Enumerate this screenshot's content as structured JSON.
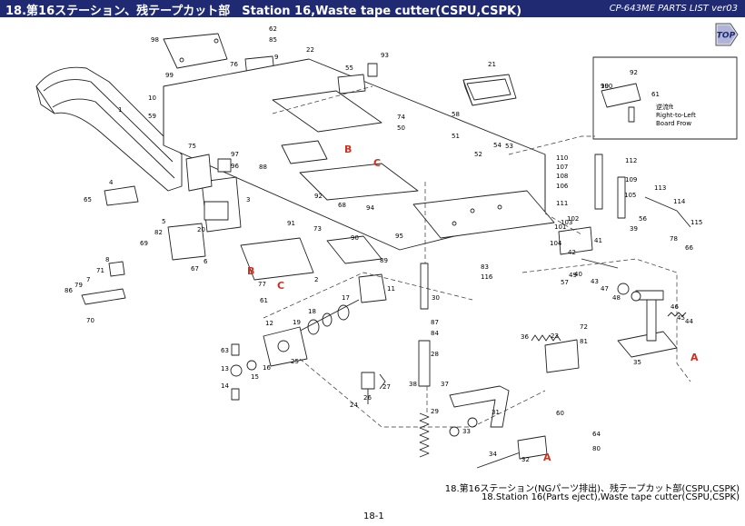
{
  "header": {
    "title": "18.第16ステーション、残テープカット部　Station 16,Waste tape cutter(CSPU,CSPK)",
    "manual_ref": "CP-643ME PARTS LIST ver03",
    "background_color": "#1f2a72"
  },
  "navigation": {
    "top_button_label": "TOP",
    "top_button_icon": "arrow-right-icon"
  },
  "diagram": {
    "part_numbers": [
      "1",
      "2",
      "3",
      "4",
      "5",
      "6",
      "7",
      "8",
      "9",
      "10",
      "11",
      "12",
      "13",
      "14",
      "15",
      "16",
      "17",
      "18",
      "19",
      "20",
      "21",
      "22",
      "23",
      "24",
      "25",
      "26",
      "27",
      "28",
      "29",
      "30",
      "31",
      "32",
      "33",
      "34",
      "35",
      "36",
      "37",
      "38",
      "39",
      "40",
      "41",
      "42",
      "43",
      "44",
      "45",
      "46",
      "47",
      "48",
      "49",
      "50",
      "51",
      "52",
      "53",
      "54",
      "55",
      "56",
      "57",
      "58",
      "59",
      "60",
      "61",
      "62",
      "63",
      "64",
      "65",
      "66",
      "67",
      "68",
      "69",
      "70",
      "71",
      "72",
      "73",
      "74",
      "75",
      "76",
      "77",
      "78",
      "79",
      "80",
      "81",
      "82",
      "83",
      "84",
      "85",
      "86",
      "87",
      "88",
      "89",
      "90",
      "91",
      "92",
      "93",
      "94",
      "95",
      "96",
      "97",
      "98",
      "99",
      "100",
      "101",
      "102",
      "103",
      "104",
      "105",
      "106",
      "107",
      "108",
      "109",
      "110",
      "111",
      "112",
      "113",
      "114",
      "115",
      "116"
    ],
    "section_markers": [
      "A",
      "B",
      "C"
    ],
    "marker_color": "#d03020",
    "inset": {
      "part_numbers": [
        "92",
        "99",
        "61"
      ],
      "note_line1": "逆流ft",
      "note_line2": "Right-to-Left",
      "note_line3": "Board Frow"
    }
  },
  "footer": {
    "caption_jp": "18.第16ステーション(NGパーツ排出)、残テープカット部(CSPU,CSPK)",
    "caption_en": "18.Station 16(Parts eject),Waste tape cutter(CSPU,CSPK)",
    "page_number": "18-1"
  }
}
